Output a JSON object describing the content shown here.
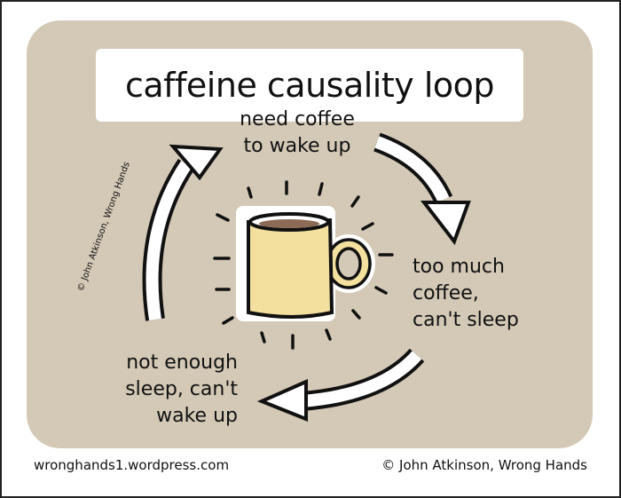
{
  "title": "caffeine causality loop",
  "steps": [
    {
      "line1": "need coffee",
      "line2": "to wake up"
    },
    {
      "line1": "too much",
      "line2": "coffee,",
      "line3": "can't sleep"
    },
    {
      "line1": "not enough",
      "line2": "sleep, can't",
      "line3": "wake up"
    }
  ],
  "center_icon": "coffee-mug-icon",
  "vertical_credit": "© John Atkinson, Wrong Hands",
  "footer": {
    "left": "wronghands1.wordpress.com",
    "right": "© John Atkinson, Wrong Hands"
  },
  "colors": {
    "panel": "#d4c8b6",
    "mug": "#f3df9e",
    "coffee": "#8b6b55"
  }
}
